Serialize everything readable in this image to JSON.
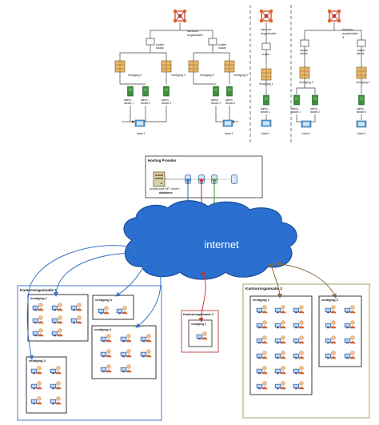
{
  "top_diagrams": [
    {
      "org": "kantoor-\norganisatie",
      "clusters": [
        "cluster\nlokaal",
        "cluster\nlokaal"
      ],
      "vestigingen": [
        "Vestiging 1",
        "Vestiging 2",
        "Vestiging 3",
        "Vestiging 4"
      ],
      "servers": [
        "admin-\nistratie 1",
        "admin-\nistratie 2",
        "admin-\nistratie 3",
        "admin-\nistratie 4",
        "admin-\nistratie 5"
      ],
      "clients": [
        "klant 1",
        "klant 2"
      ]
    },
    {
      "org": "kantoor-\norganisatie",
      "cluster": "cluster",
      "vestiging": "Vestiging 1",
      "server": "admin-\nistratie 1",
      "client": "klant 1"
    },
    {
      "org": "kantoor-\norganisatie\n3",
      "clusters": [
        "cluster\nlokaal",
        "cluster\nlokaal"
      ],
      "vestigingen": [
        "Vestiging 1",
        "Vestiging 2"
      ],
      "servers": [
        "admin-\nistratie 1",
        "admin-\nistratie 2",
        "admin-\nistratie 3"
      ],
      "clients": [
        "klant 1",
        "klant 2"
      ]
    }
  ],
  "hosting": {
    "title": "Hosting Provider",
    "server_label": "primaccount NET server /\ndatabases",
    "server_label_sub": "databases"
  },
  "internet": {
    "label": "internet"
  },
  "ko1": {
    "title": "Kantoororganisatie 1",
    "vestigingen": [
      {
        "title": "vestiging 1"
      },
      {
        "title": "vestiging 3"
      },
      {
        "title": "vestiging 4"
      },
      {
        "title": "vestiging 2"
      }
    ]
  },
  "ko2": {
    "title": "Kantoororganisatie 2",
    "vestiging": "vestiging 1"
  },
  "ko3": {
    "title": "Kantoororganisatie 3",
    "vestigingen": [
      {
        "title": "vestiging 1"
      },
      {
        "title": "vestiging 2"
      }
    ]
  },
  "colors": {
    "cloud": "#2a6fd0",
    "cloud_edge": "#1d4f9a",
    "ko1_border": "#4a7ec0",
    "ko2_border": "#c0504d",
    "ko3_border": "#9ba86a",
    "link_blue": "#3a73c4",
    "link_red": "#c0392b",
    "link_green": "#5a9a3a",
    "link_brown": "#8a6b3a"
  }
}
